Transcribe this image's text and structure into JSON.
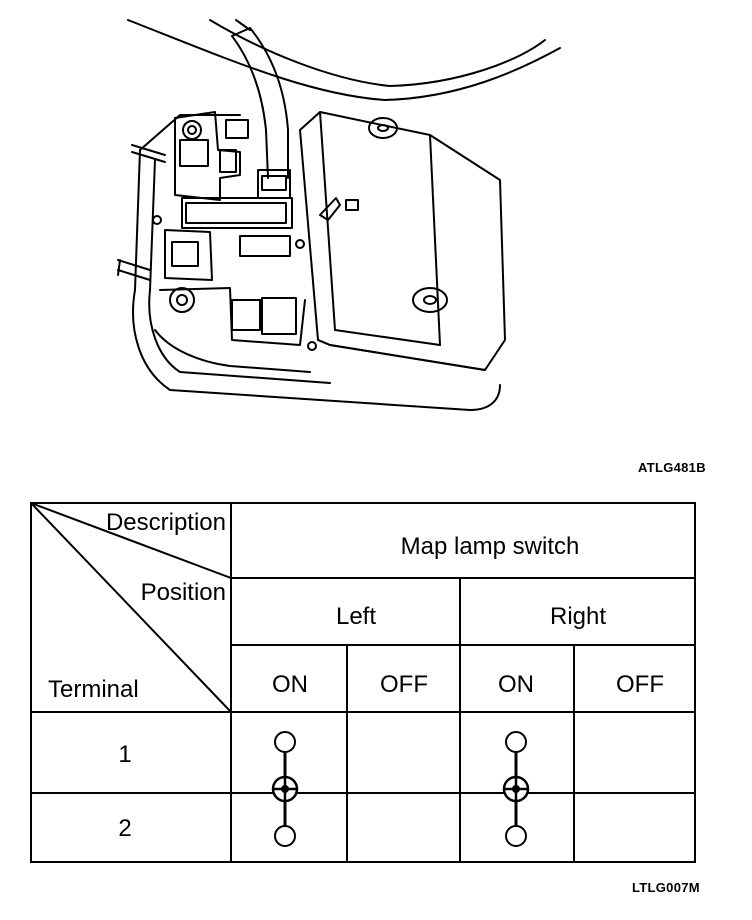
{
  "figure_codes": {
    "top": "ATLG481B",
    "bottom": "LTLG007M"
  },
  "table": {
    "corner": {
      "description": "Description",
      "position": "Position",
      "terminal": "Terminal"
    },
    "title": "Map lamp switch",
    "groups": [
      {
        "label": "Left",
        "columns": [
          "ON",
          "OFF"
        ]
      },
      {
        "label": "Right",
        "columns": [
          "ON",
          "OFF"
        ]
      }
    ],
    "terminals": [
      "1",
      "2"
    ],
    "continuity": [
      {
        "group": "Left",
        "position": "ON",
        "connected_terminals": [
          "1",
          "2"
        ]
      },
      {
        "group": "Left",
        "position": "OFF",
        "connected_terminals": []
      },
      {
        "group": "Right",
        "position": "ON",
        "connected_terminals": [
          "1",
          "2"
        ]
      },
      {
        "group": "Right",
        "position": "OFF",
        "connected_terminals": []
      }
    ]
  }
}
